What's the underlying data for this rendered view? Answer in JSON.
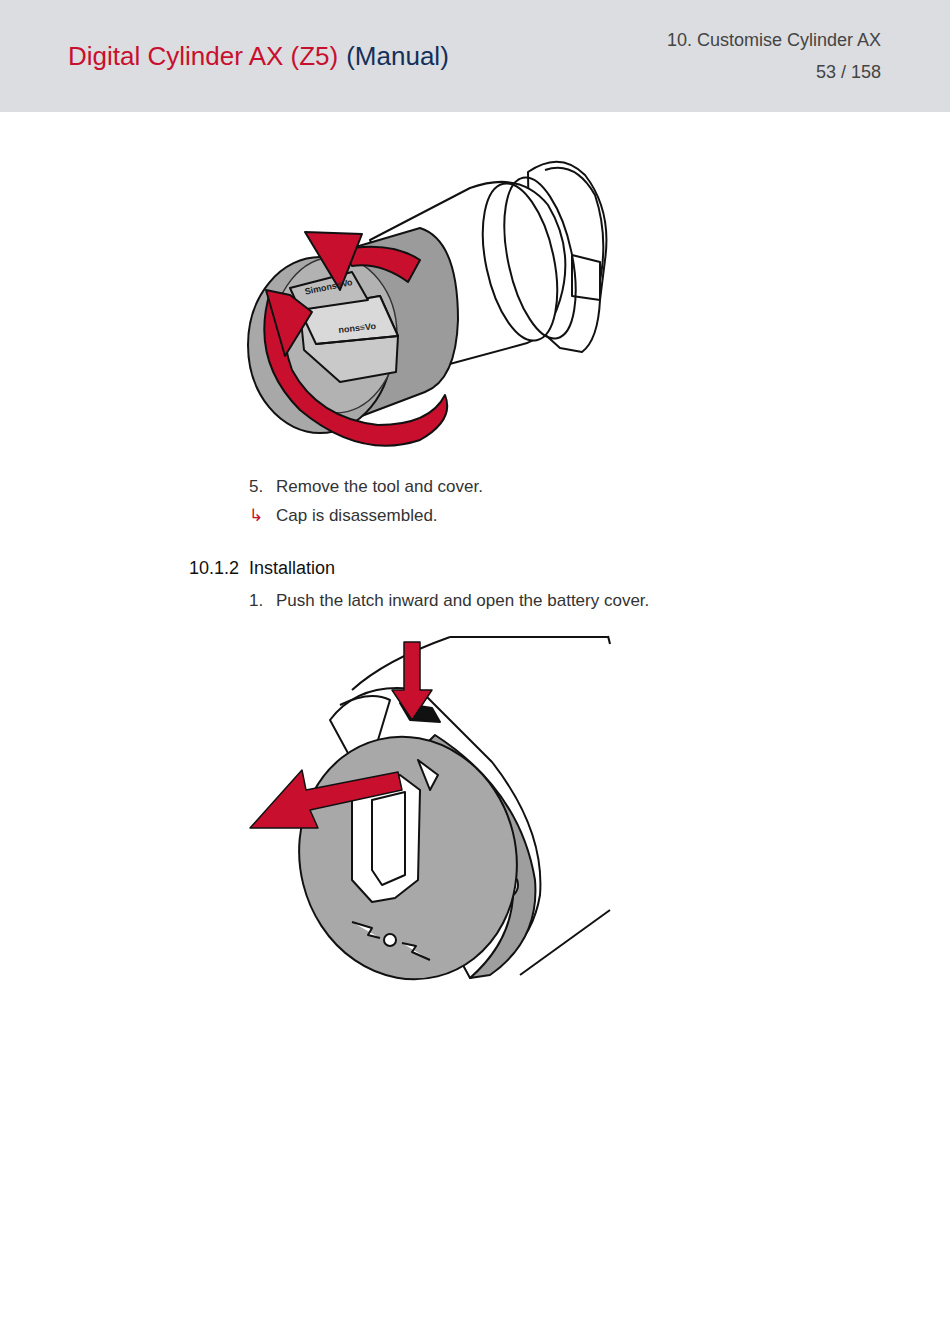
{
  "diagram": {
    "title": "Digital Cylinder AX (Z5)",
    "labels": [
      "(Manual)",
      "10. Customise Cylinder AX",
      "53 / 158",
      "Simons≡Vo",
      "nons≡Vo",
      "5.",
      "Remove the tool and cover.",
      "↳",
      "Cap is disassembled.",
      "10.1.2",
      "Installation",
      "1.",
      "Push the latch inward and open the battery cover."
    ]
  }
}
